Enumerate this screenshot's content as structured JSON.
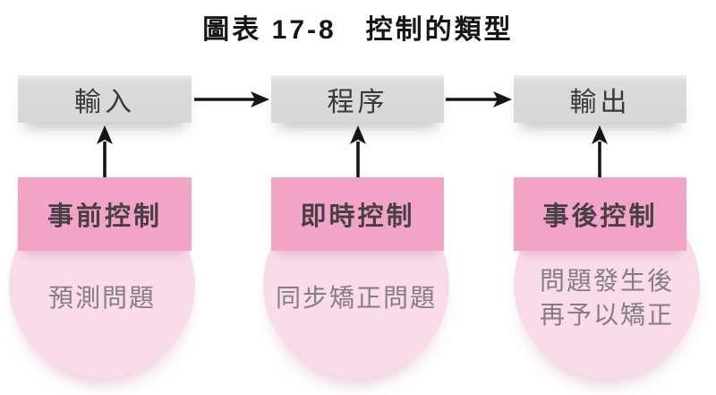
{
  "title": "圖表 17-8　控制的類型",
  "colors": {
    "stage_box_gray": "#d9d9d9",
    "control_box_pink": "#f1a4c3",
    "description_circle_pink": "#fadce9",
    "arrow_black": "#161616",
    "stage_text": "#3a383a",
    "control_text": "#473f45",
    "description_text": "#857d85"
  },
  "columns": [
    {
      "stage": "輸入",
      "control": "事前控制",
      "description": "預測問題"
    },
    {
      "stage": "程序",
      "control": "即時控制",
      "description": "同步矯正問題"
    },
    {
      "stage": "輸出",
      "control": "事後控制",
      "description": "問題發生後\n再予以矯正"
    }
  ]
}
